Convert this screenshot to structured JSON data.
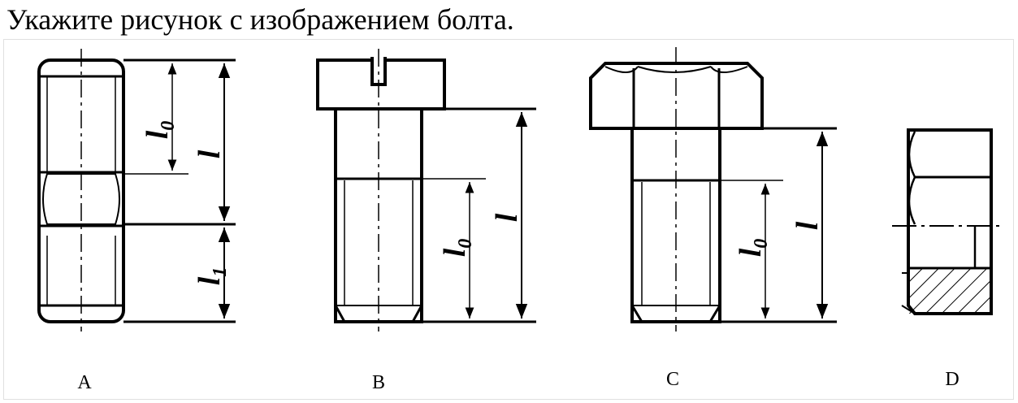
{
  "question": "Укажите рисунок с изображением болта.",
  "options": [
    {
      "letter": "A"
    },
    {
      "letter": "B"
    },
    {
      "letter": "C"
    },
    {
      "letter": "D"
    }
  ],
  "dimensions": {
    "l": "l",
    "sub0": "0",
    "sub1": "1"
  }
}
